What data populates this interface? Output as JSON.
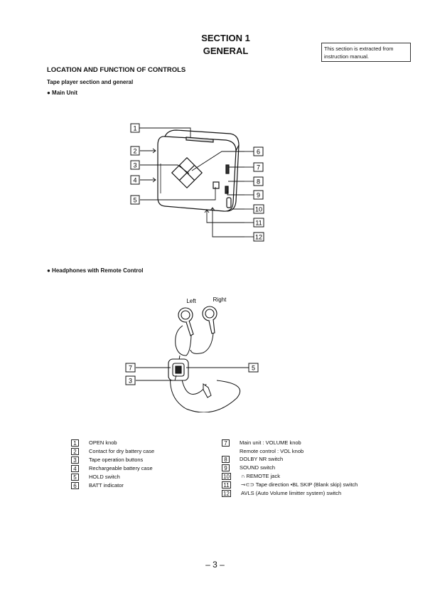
{
  "header": {
    "section": "SECTION 1",
    "title": "GENERAL",
    "note": "This section is extracted from instruction manual."
  },
  "headings": {
    "location": "LOCATION AND FUNCTION OF CONTROLS",
    "tape_section": "Tape player section and general",
    "main_unit": "● Main Unit",
    "headphones": "● Headphones with Remote Control"
  },
  "figure_main": {
    "callouts": [
      "1",
      "2",
      "3",
      "4",
      "5",
      "6",
      "7",
      "8",
      "9",
      "10",
      "11",
      "12"
    ]
  },
  "figure_headphones": {
    "left_label": "Left",
    "right_label": "Right",
    "callouts": [
      "7",
      "3",
      "5"
    ]
  },
  "legend_left": [
    {
      "num": "1",
      "text": "OPEN knob"
    },
    {
      "num": "2",
      "text": "Contact for dry battery case"
    },
    {
      "num": "3",
      "text": "Tape operation buttons"
    },
    {
      "num": "4",
      "text": "Rechargeable battery case"
    },
    {
      "num": "5",
      "text": "HOLD switch"
    },
    {
      "num": "6",
      "text": "BATT indicator"
    }
  ],
  "legend_right": {
    "item7_num": "7",
    "item7_line1": "Main unit : VOLUME knob",
    "item7_line2": "Remote control : VOL knob",
    "items": [
      {
        "num": "8",
        "text": "DOLBY NR switch"
      },
      {
        "num": "9",
        "text": "SOUND switch"
      },
      {
        "num": "10",
        "text": "∩ REMOTE jack"
      },
      {
        "num": "11",
        "text": "⊸⊂⊃ Tape direction •BL SKIP (Blank skip) switch"
      },
      {
        "num": "12",
        "text": "AVLS (Auto Volume limitter system) switch"
      }
    ]
  },
  "footer": {
    "page": "– 3 –"
  }
}
